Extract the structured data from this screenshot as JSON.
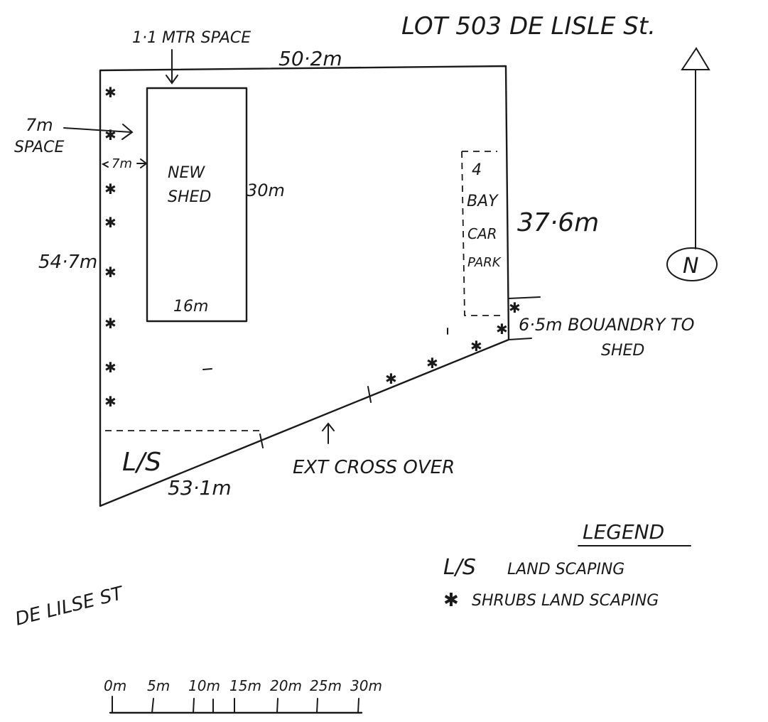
{
  "title": "LOT 503  DE LISLE St.",
  "labels": {
    "top_boundary": "50·2m",
    "left_boundary": "54·7m",
    "right_boundary": "37·6m",
    "bottom_boundary": "53·1m",
    "shed_name_line1": "NEW",
    "shed_name_line2": "SHED",
    "shed_length": "30m",
    "shed_width": "16m",
    "space_top": "1·1 MTR SPACE",
    "space_left_value": "7m",
    "space_left_word": "SPACE",
    "space_inner": "7m",
    "car_park_line1": "4",
    "car_park_line2": "BAY",
    "car_park_line3": "CAR",
    "car_park_line4": "PARK",
    "boundary_to_shed_line1": "6·5m  BOUANDRY TO",
    "boundary_to_shed_line2": "SHED",
    "landscaping_area": "L/S",
    "crossover": "EXT CROSS OVER",
    "street": "DE LILSE ST",
    "north": "N"
  },
  "legend": {
    "title": "LEGEND",
    "items": [
      {
        "symbol": "L/S",
        "text": "LAND SCAPING"
      },
      {
        "symbol": "✱",
        "text": "SHRUBS  LAND SCAPING"
      }
    ]
  },
  "scale_bar": {
    "ticks": [
      "0m",
      "5m",
      "10m",
      "15m",
      "20m",
      "25m",
      "30m"
    ]
  },
  "shrub_symbol": "✱"
}
